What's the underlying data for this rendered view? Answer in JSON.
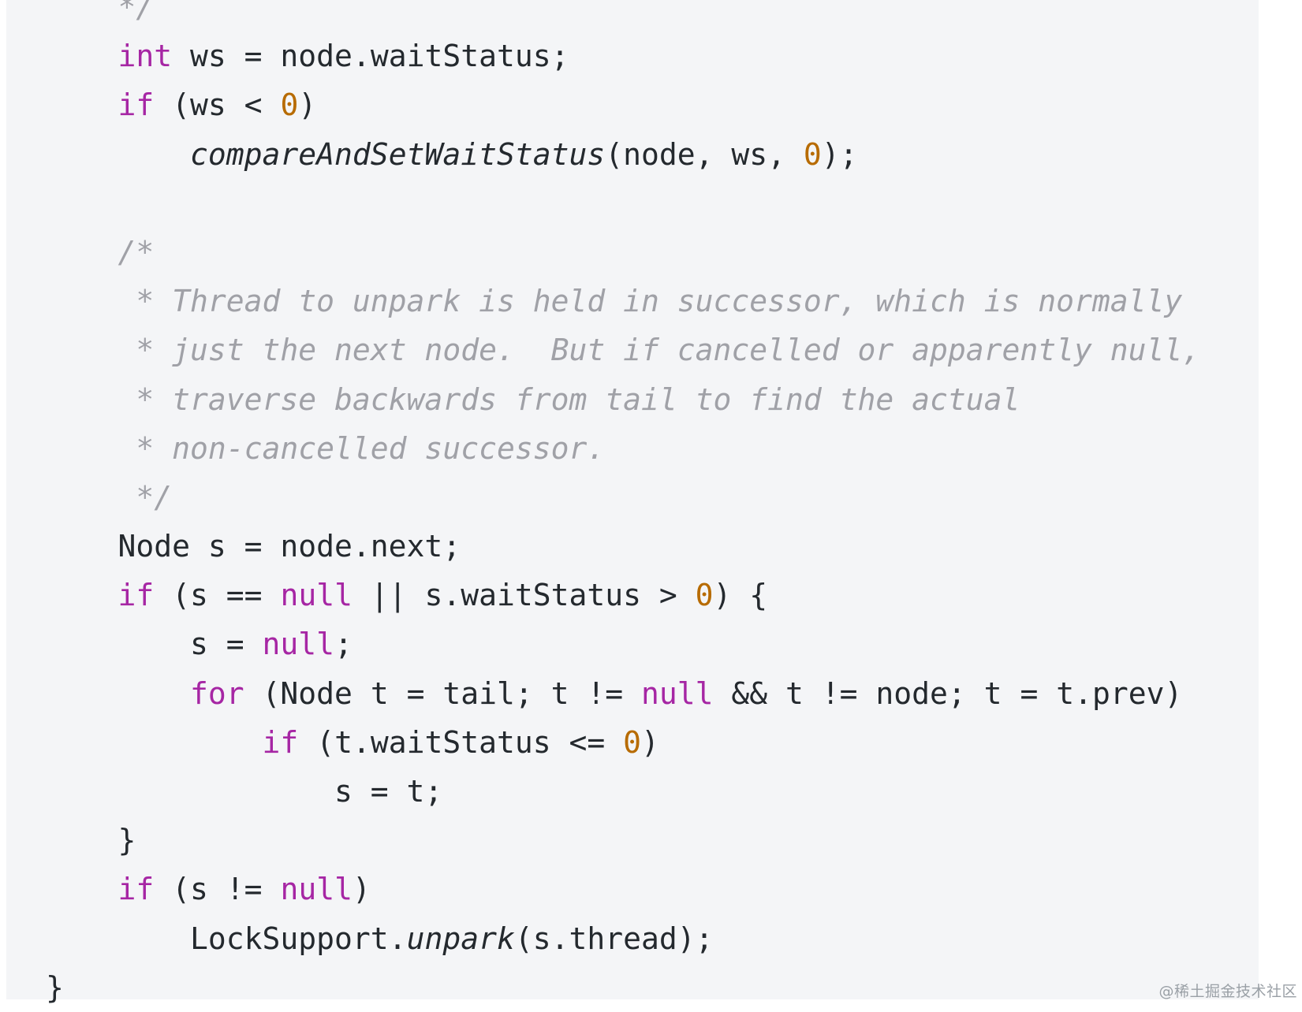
{
  "colors": {
    "background": "#f4f5f7",
    "keyword": "#a626a4",
    "number": "#b76b01",
    "comment": "#a0a1a7",
    "text": "#24292e"
  },
  "code": {
    "lines": [
      [
        {
          "t": "    */",
          "c": "cm"
        }
      ],
      [
        {
          "t": "    ",
          "c": "plain"
        },
        {
          "t": "int",
          "c": "kw"
        },
        {
          "t": " ws = node.waitStatus;",
          "c": "plain"
        }
      ],
      [
        {
          "t": "    ",
          "c": "plain"
        },
        {
          "t": "if",
          "c": "kw"
        },
        {
          "t": " (ws < ",
          "c": "plain"
        },
        {
          "t": "0",
          "c": "num"
        },
        {
          "t": ")",
          "c": "plain"
        }
      ],
      [
        {
          "t": "        ",
          "c": "plain"
        },
        {
          "t": "compareAndSetWaitStatus",
          "c": "fn"
        },
        {
          "t": "(node, ws, ",
          "c": "plain"
        },
        {
          "t": "0",
          "c": "num"
        },
        {
          "t": ");",
          "c": "plain"
        }
      ],
      [
        {
          "t": "",
          "c": "plain"
        }
      ],
      [
        {
          "t": "    /*",
          "c": "cm"
        }
      ],
      [
        {
          "t": "     * Thread to unpark is held in successor, which is normally",
          "c": "cm"
        }
      ],
      [
        {
          "t": "     * just the next node.  But if cancelled or apparently null,",
          "c": "cm"
        }
      ],
      [
        {
          "t": "     * traverse backwards from tail to find the actual",
          "c": "cm"
        }
      ],
      [
        {
          "t": "     * non-cancelled successor.",
          "c": "cm"
        }
      ],
      [
        {
          "t": "     */",
          "c": "cm"
        }
      ],
      [
        {
          "t": "    Node s = node.next;",
          "c": "plain"
        }
      ],
      [
        {
          "t": "    ",
          "c": "plain"
        },
        {
          "t": "if",
          "c": "kw"
        },
        {
          "t": " (s == ",
          "c": "plain"
        },
        {
          "t": "null",
          "c": "kw"
        },
        {
          "t": " || s.waitStatus > ",
          "c": "plain"
        },
        {
          "t": "0",
          "c": "num"
        },
        {
          "t": ") {",
          "c": "plain"
        }
      ],
      [
        {
          "t": "        s = ",
          "c": "plain"
        },
        {
          "t": "null",
          "c": "kw"
        },
        {
          "t": ";",
          "c": "plain"
        }
      ],
      [
        {
          "t": "        ",
          "c": "plain"
        },
        {
          "t": "for",
          "c": "kw"
        },
        {
          "t": " (Node t = tail; t != ",
          "c": "plain"
        },
        {
          "t": "null",
          "c": "kw"
        },
        {
          "t": " && t != node; t = t.prev)",
          "c": "plain"
        }
      ],
      [
        {
          "t": "            ",
          "c": "plain"
        },
        {
          "t": "if",
          "c": "kw"
        },
        {
          "t": " (t.waitStatus <= ",
          "c": "plain"
        },
        {
          "t": "0",
          "c": "num"
        },
        {
          "t": ")",
          "c": "plain"
        }
      ],
      [
        {
          "t": "                s = t;",
          "c": "plain"
        }
      ],
      [
        {
          "t": "    }",
          "c": "plain"
        }
      ],
      [
        {
          "t": "    ",
          "c": "plain"
        },
        {
          "t": "if",
          "c": "kw"
        },
        {
          "t": " (s != ",
          "c": "plain"
        },
        {
          "t": "null",
          "c": "kw"
        },
        {
          "t": ")",
          "c": "plain"
        }
      ],
      [
        {
          "t": "        LockSupport.",
          "c": "plain"
        },
        {
          "t": "unpark",
          "c": "fn"
        },
        {
          "t": "(s.thread);",
          "c": "plain"
        }
      ],
      [
        {
          "t": "}",
          "c": "plain"
        }
      ]
    ]
  },
  "watermark": "@稀土掘金技术社区"
}
